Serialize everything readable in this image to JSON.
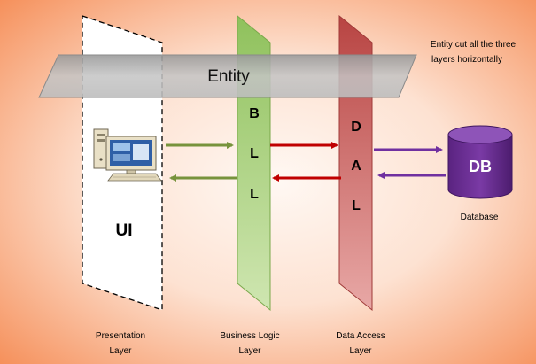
{
  "entity": {
    "label": "Entity",
    "note_line1": "Entity cut all the three",
    "note_line2": "layers horizontally"
  },
  "ui": {
    "label": "UI"
  },
  "bll": {
    "letters": [
      "B",
      "L",
      "L"
    ]
  },
  "dal": {
    "letters": [
      "D",
      "A",
      "L"
    ]
  },
  "database": {
    "label": "DB",
    "caption": "Database"
  },
  "layers": {
    "presentation": {
      "line1": "Presentation",
      "line2": "Layer"
    },
    "business": {
      "line1": "Business Logic",
      "line2": "Layer"
    },
    "data_access": {
      "line1": "Data Access",
      "line2": "Layer"
    }
  },
  "colors": {
    "background_edge": "#f6935d",
    "background_center": "#fde6d8",
    "bll_fill": "#9cc96a",
    "dal_fill": "#c0504d",
    "entity_fill": "#a3a3a3",
    "arrow_green": "#77933c",
    "arrow_red": "#c00000",
    "arrow_purple": "#7030a0",
    "db_fill": "#6a2c91"
  },
  "icons": {
    "computer": "computer-icon"
  }
}
